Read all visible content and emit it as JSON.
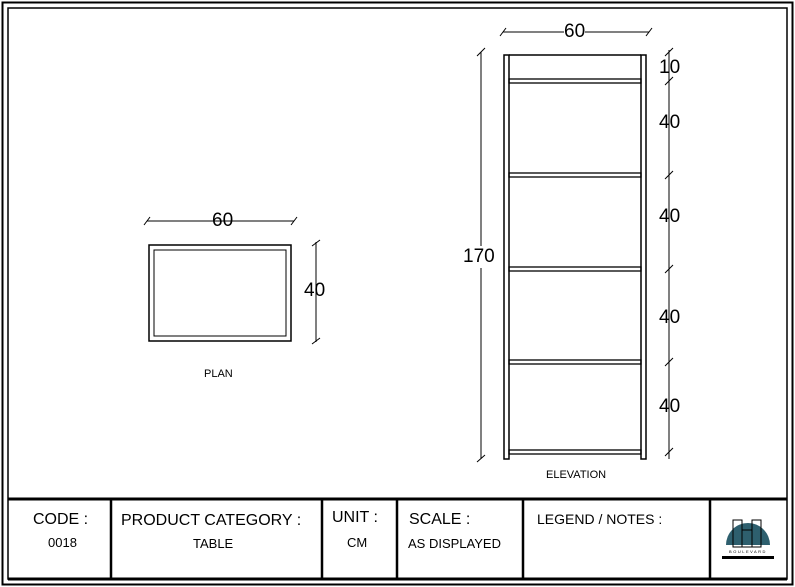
{
  "plan": {
    "caption": "PLAN",
    "width_label": "60",
    "depth_label": "40"
  },
  "elevation": {
    "caption": "ELEVATION",
    "width_label": "60",
    "height_label": "170",
    "segment_labels": [
      "10",
      "40",
      "40",
      "40",
      "40"
    ]
  },
  "title_block": {
    "code_label": "CODE :",
    "code_value": "0018",
    "category_label": "PRODUCT CATEGORY :",
    "category_value": "TABLE",
    "unit_label": "UNIT :",
    "unit_value": "CM",
    "scale_label": "SCALE :",
    "scale_value": "AS DISPLAYED",
    "legend_label": "LEGEND / NOTES :",
    "logo_text": "BOULEVARD"
  },
  "colors": {
    "logo": "#2e5f6e",
    "line": "#000000"
  }
}
